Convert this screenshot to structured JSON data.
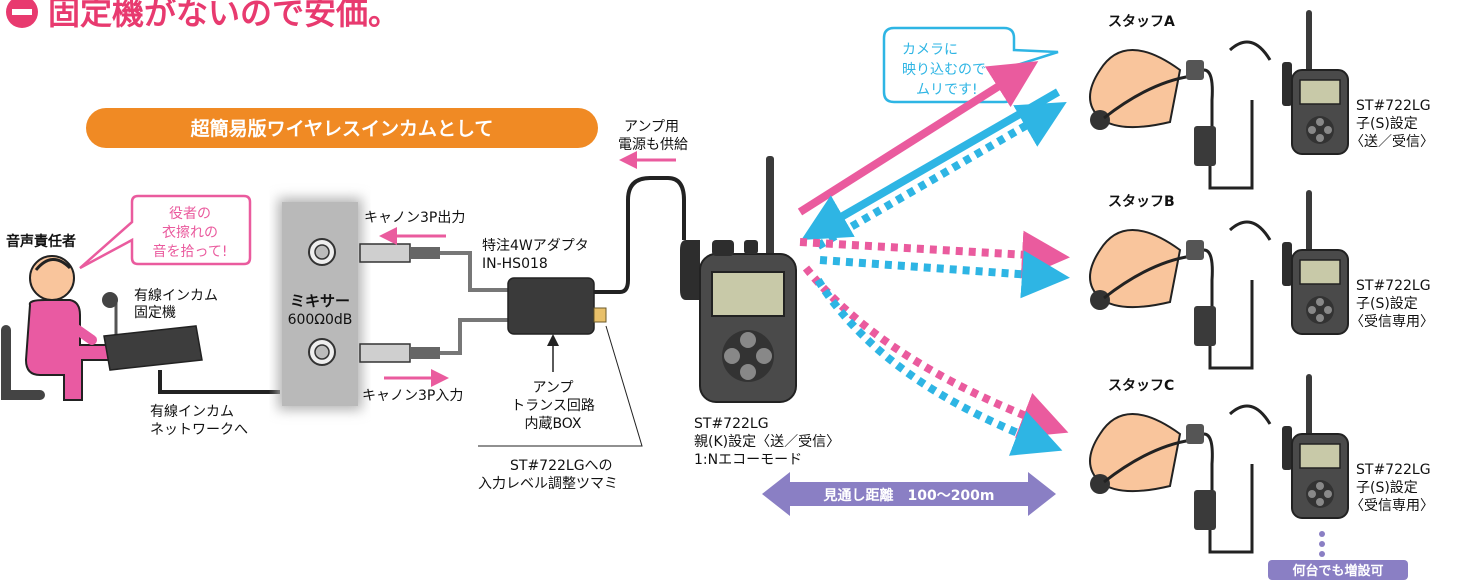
{
  "heading": {
    "text": "固定機がないので安価。"
  },
  "banner": {
    "text": "超簡易版ワイヤレスインカムとして"
  },
  "camera_bubble": {
    "line1": "カメラに",
    "line2": "映り込むので",
    "line3": "ムリです!"
  },
  "actor_bubble": {
    "line1": "役者の",
    "line2": "衣擦れの",
    "line3": "音を拾って!"
  },
  "sound_engineer": {
    "label": "音声責任者"
  },
  "wired_base": {
    "line1": "有線インカム",
    "line2": "固定機"
  },
  "wired_network": {
    "line1": "有線インカム",
    "line2": "ネットワークへ"
  },
  "mixer": {
    "line1": "ミキサー",
    "line2": "600Ω0dB"
  },
  "cannon_out": {
    "label": "キャノン3P出力"
  },
  "cannon_in": {
    "label": "キャノン3P入力"
  },
  "adapter": {
    "line1": "特注4Wアダプタ",
    "line2": "IN-HS018"
  },
  "amp_box": {
    "line1": "アンプ",
    "line2": "トランス回路",
    "line3": "内蔵BOX"
  },
  "amp_power": {
    "line1": "アンプ用",
    "line2": "電源も供給"
  },
  "level_knob": {
    "line1": "ST#722LGへの",
    "line2": "入力レベル調整ツマミ"
  },
  "parent_radio": {
    "line1": "ST#722LG",
    "line2": "親(K)設定〈送／受信〉",
    "line3": "1:Nエコーモード"
  },
  "distance": {
    "label": "見通し距離　100〜200m"
  },
  "staff": [
    {
      "name": "スタッフA",
      "model": "ST#722LG",
      "setting": "子(S)設定",
      "mode": "〈送／受信〉"
    },
    {
      "name": "スタッフB",
      "model": "ST#722LG",
      "setting": "子(S)設定",
      "mode": "〈受信専用〉"
    },
    {
      "name": "スタッフC",
      "model": "ST#722LG",
      "setting": "子(S)設定",
      "mode": "〈受信専用〉"
    }
  ],
  "expand": {
    "label": "何台でも増設可"
  },
  "colors": {
    "pink": "#ea5b9e",
    "cyan": "#2eb5e4",
    "orange": "#f08a24",
    "skin": "#f9c59c",
    "purple": "#8a7fc4",
    "magenta_fig": "#e95aa2",
    "mixer_gray": "#b3b3b3",
    "device": "#4a4a4a"
  }
}
